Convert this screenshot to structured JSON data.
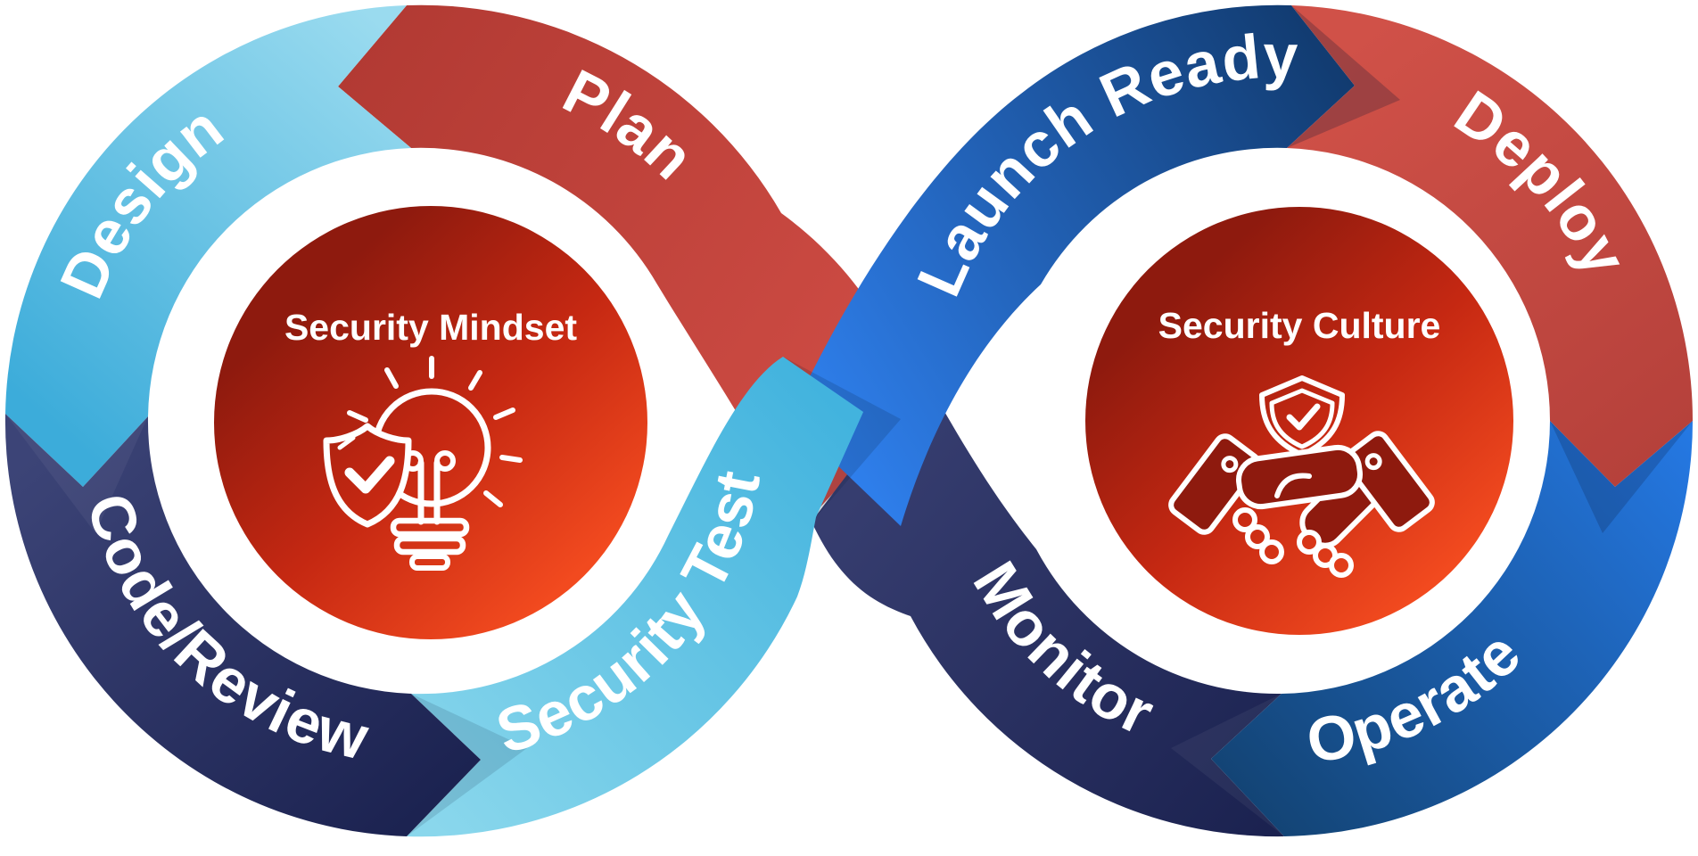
{
  "diagram": {
    "type": "devsecops-infinity-loop",
    "left_loop": {
      "center_label": "Security Mindset",
      "icon": "lightbulb-shield-check-icon",
      "segments": [
        {
          "label": "Plan"
        },
        {
          "label": "Design"
        },
        {
          "label": "Code/Review"
        },
        {
          "label": "Security Test"
        }
      ]
    },
    "right_loop": {
      "center_label": "Security Culture",
      "icon": "handshake-shield-check-icon",
      "segments": [
        {
          "label": "Launch Ready"
        },
        {
          "label": "Deploy"
        },
        {
          "label": "Operate"
        },
        {
          "label": "Monitor"
        }
      ]
    },
    "colors": {
      "background": "#FFFFFF",
      "text": "#FFFFFF",
      "center_gradient": {
        "dark": "#8E1A0E",
        "mid": "#C52812",
        "bright": "#F24A1F"
      },
      "segment_gradients": {
        "plan": {
          "from": "#B23A33",
          "to": "#D04D45"
        },
        "design": {
          "from": "#9ADBEF",
          "to": "#3CACDA"
        },
        "code_review": {
          "from": "#3C4477",
          "to": "#1C2351"
        },
        "security_test": {
          "from": "#8AD7EC",
          "to": "#42B3DE"
        },
        "launch_ready": {
          "from": "#2F80EE",
          "to": "#113A6E"
        },
        "deploy": {
          "from": "#D05148",
          "to": "#B4403A"
        },
        "operate": {
          "from": "#2579E5",
          "to": "#134475"
        },
        "monitor": {
          "from": "#1B2250",
          "to": "#363D6F"
        }
      }
    }
  }
}
